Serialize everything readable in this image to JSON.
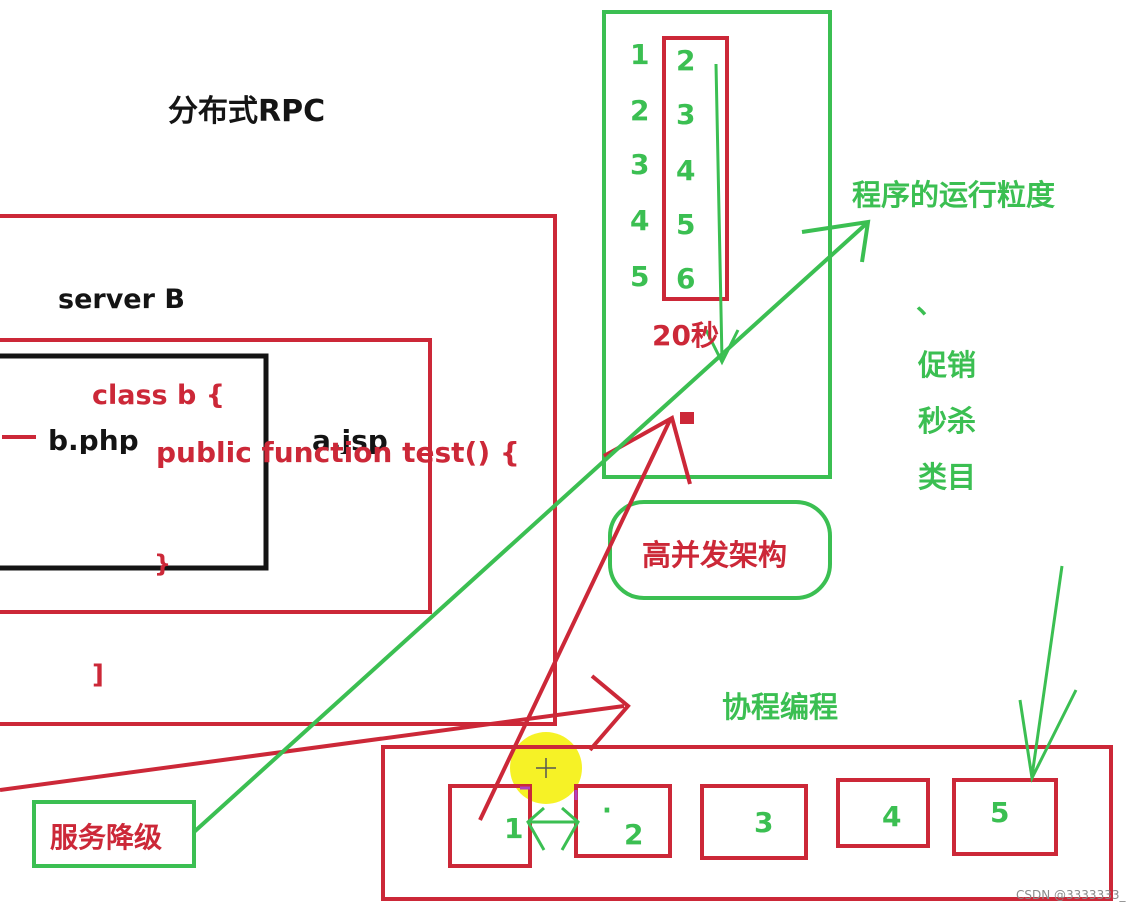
{
  "title": "分布式RPC",
  "server_label": "server B",
  "code": {
    "line1": "class  b {",
    "line2": "public function test() {",
    "line3": "}",
    "line4": "]"
  },
  "files": {
    "left": "b.php",
    "right": "a.jsp"
  },
  "left_numbers": [
    "1",
    "2",
    "3",
    "4",
    "5"
  ],
  "right_numbers": [
    "2",
    "3",
    "4",
    "5",
    "6"
  ],
  "time_label": "20秒",
  "granularity_label": "程序的运行粒度",
  "side_notes": [
    "、",
    "促销",
    "秒杀",
    "类目"
  ],
  "high_concurrency_label": "高并发架构",
  "coroutine_label": "协程编程",
  "degrade_label": "服务降级",
  "queue_boxes": [
    "1",
    "2",
    "3",
    "4",
    "5"
  ],
  "dot_mark": "·",
  "watermark": "CSDN @3333333_",
  "colors": {
    "red": "#cc2838",
    "green": "#3bbf52",
    "black": "#141414",
    "highlight": "#f5f000"
  }
}
